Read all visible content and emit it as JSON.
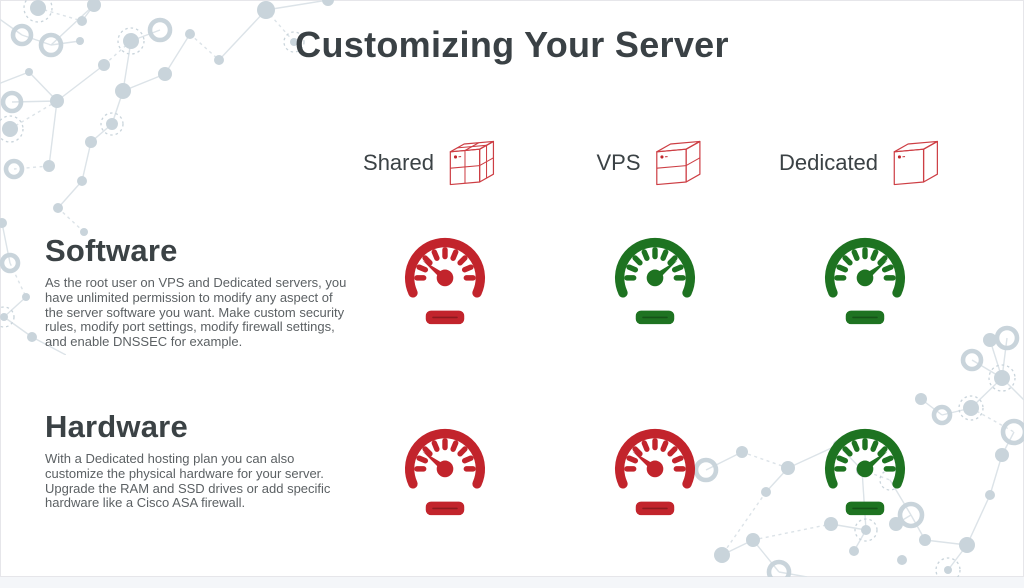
{
  "title": "Customizing Your Server",
  "columns": [
    {
      "label": "Shared",
      "icon": "shared-cube-icon",
      "cube": "2x2"
    },
    {
      "label": "VPS",
      "icon": "vps-cube-icon",
      "cube": "split"
    },
    {
      "label": "Dedicated",
      "icon": "dedicated-cube-icon",
      "cube": "solid"
    }
  ],
  "rows": [
    {
      "heading": "Software",
      "description": "As the root user on VPS and Dedicated servers, you have unlimited permission to modify any aspect of the server software you want. Make custom security rules, modify port settings, modify firewall settings, and enable DNSSEC for example.",
      "ratings": [
        {
          "column": "Shared",
          "level": "low",
          "color": "#C2242C"
        },
        {
          "column": "VPS",
          "level": "high",
          "color": "#1E7321"
        },
        {
          "column": "Dedicated",
          "level": "high",
          "color": "#1E7321"
        }
      ]
    },
    {
      "heading": "Hardware",
      "description": "With a Dedicated hosting plan you can also customize the physical hardware for your server. Upgrade the RAM and SSD drives or add specific hardware like a Cisco ASA firewall.",
      "ratings": [
        {
          "column": "Shared",
          "level": "low",
          "color": "#C2242C"
        },
        {
          "column": "VPS",
          "level": "low",
          "color": "#C2242C"
        },
        {
          "column": "Dedicated",
          "level": "high",
          "color": "#1E7321"
        }
      ]
    }
  ],
  "colors": {
    "red": "#C2242C",
    "green": "#1E7321",
    "cube_outline": "#CD3E44",
    "cube_dot": "#C1272D",
    "title": "#3A4145",
    "heading": "#3B4245",
    "body": "#5C6164",
    "pattern_node": "#C9D4DB",
    "pattern_line": "#DCE3E8",
    "footer_strip": "#F4F6F9"
  }
}
